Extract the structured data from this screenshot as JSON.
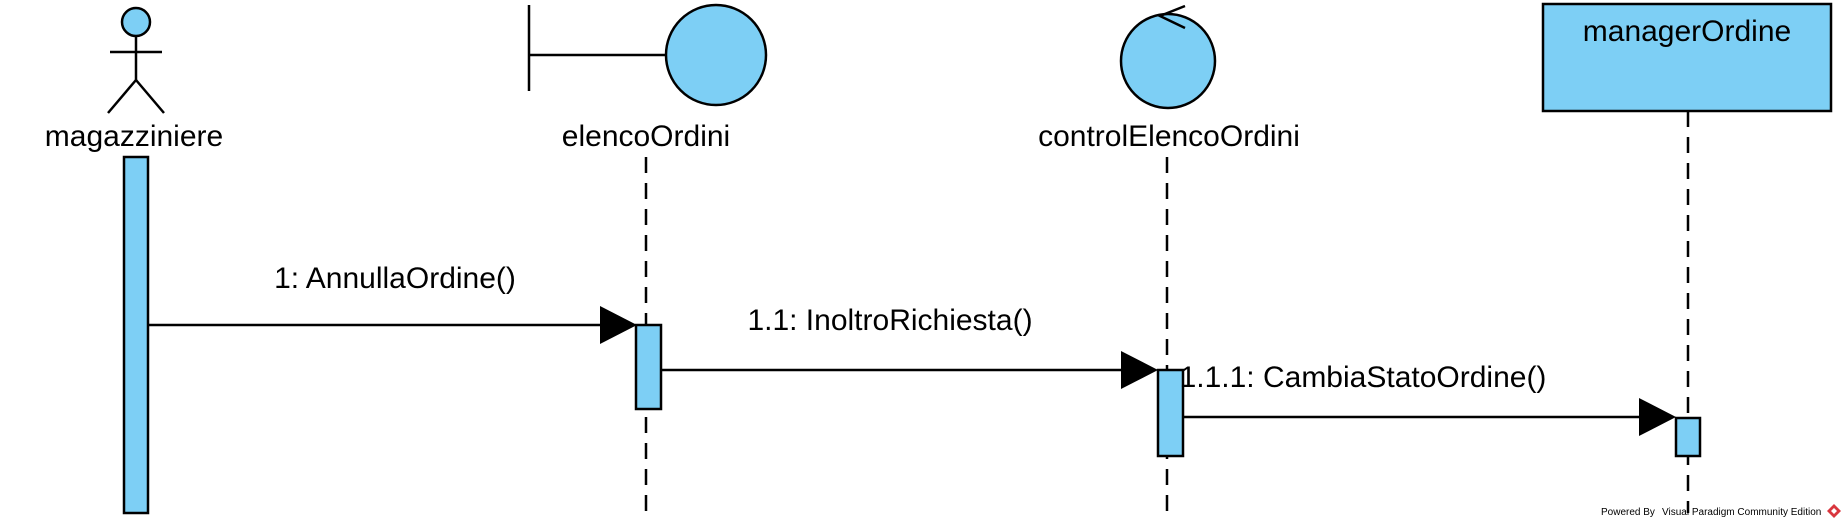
{
  "participants": [
    {
      "id": "magazziniere",
      "name": "magazziniere",
      "kind": "actor"
    },
    {
      "id": "elencoOrdini",
      "name": "elencoOrdini",
      "kind": "boundary"
    },
    {
      "id": "controlElencoOrdini",
      "name": "controlElencoOrdini",
      "kind": "control"
    },
    {
      "id": "managerOrdine",
      "name": "managerOrdine",
      "kind": "entity-box"
    }
  ],
  "messages": [
    {
      "label": "1: AnnullaOrdine()",
      "from": "magazziniere",
      "to": "elencoOrdini"
    },
    {
      "label": "1.1: InoltroRichiesta()",
      "from": "elencoOrdini",
      "to": "controlElencoOrdini"
    },
    {
      "label": "1.1.1: CambiaStatoOrdine()",
      "from": "controlElencoOrdini",
      "to": "managerOrdine"
    }
  ],
  "watermark": {
    "prefix": "Powered By",
    "product": "Visual Paradigm Community Edition"
  },
  "colors": {
    "fill": "#7dcff5",
    "stroke": "#000000",
    "logo": "#d9363e"
  }
}
